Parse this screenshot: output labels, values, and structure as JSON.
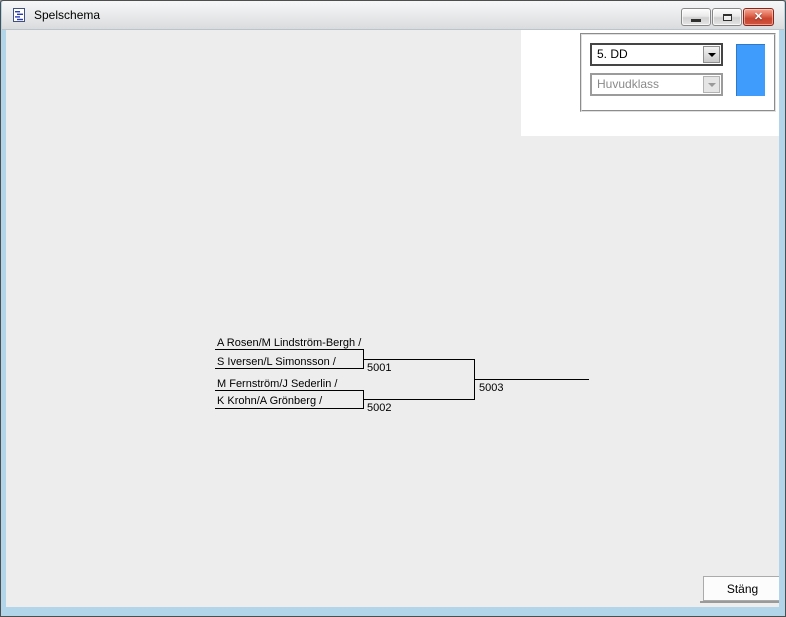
{
  "window": {
    "title": "Spelschema",
    "controls": {
      "minimize": "minimize",
      "maximize": "maximize",
      "close_glyph": "✕"
    }
  },
  "selector_panel": {
    "class_dropdown": {
      "value": "5. DD",
      "disabled": false
    },
    "subclass_dropdown": {
      "value": "Huvudklass",
      "disabled": true
    },
    "legend_color": "#3f9cfc"
  },
  "bracket": {
    "round1": [
      {
        "team1": "A Rosen/M Lindström-Bergh /",
        "team2": "S Iversen/L Simonsson /",
        "match_number": "5001"
      },
      {
        "team1": "M Fernström/J Sederlin /",
        "team2": "K Krohn/A Grönberg /",
        "match_number": "5002"
      }
    ],
    "final": {
      "match_number": "5003"
    }
  },
  "footer": {
    "close_label": "Stäng"
  },
  "colors": {
    "content_background": "#ededee",
    "frame_blue": "#b3d5ea",
    "line_color": "#000000"
  }
}
